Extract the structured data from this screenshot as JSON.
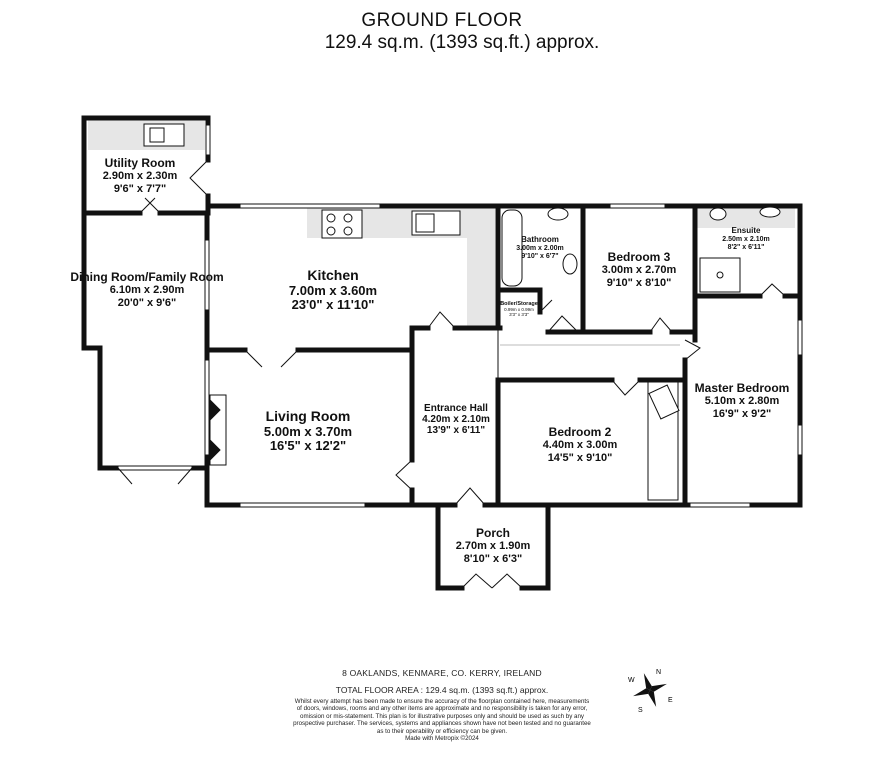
{
  "header": {
    "floor": "GROUND FLOOR",
    "area": "129.4 sq.m. (1393 sq.ft.) approx."
  },
  "rooms": {
    "utility": {
      "name": "Utility Room",
      "metric": "2.90m  x 2.30m",
      "imperial": "9'6\"  x 7'7\""
    },
    "dining": {
      "name": "Dining Room/Family Room",
      "metric": "6.10m  x 2.90m",
      "imperial": "20'0\"  x 9'6\""
    },
    "kitchen": {
      "name": "Kitchen",
      "metric": "7.00m  x 3.60m",
      "imperial": "23'0\"  x 11'10\""
    },
    "living": {
      "name": "Living Room",
      "metric": "5.00m  x 3.70m",
      "imperial": "16'5\"  x 12'2\""
    },
    "hall": {
      "name": "Entrance Hall",
      "metric": "4.20m  x 2.10m",
      "imperial": "13'9\"  x 6'11\""
    },
    "bathroom": {
      "name": "Bathroom",
      "metric": "3.00m  x 2.00m",
      "imperial": "9'10\"  x 6'7\""
    },
    "boiler": {
      "name": "Boiler/Storage",
      "metric": "0.99m  x 0.99m",
      "imperial": "3'3\"  x 3'3\""
    },
    "bedroom3": {
      "name": "Bedroom 3",
      "metric": "3.00m  x 2.70m",
      "imperial": "9'10\"  x 8'10\""
    },
    "ensuite": {
      "name": "Ensuite",
      "metric": "2.50m  x 2.10m",
      "imperial": "8'2\"  x 6'11\""
    },
    "bedroom2": {
      "name": "Bedroom 2",
      "metric": "4.40m  x 3.00m",
      "imperial": "14'5\"  x 9'10\""
    },
    "master": {
      "name": "Master Bedroom",
      "metric": "5.10m  x 2.80m",
      "imperial": "16'9\"  x 9'2\""
    },
    "porch": {
      "name": "Porch",
      "metric": "2.70m  x 1.90m",
      "imperial": "8'10\"  x 6'3\""
    }
  },
  "footer": {
    "address": "8 OAKLANDS, KENMARE, CO. KERRY, IRELAND",
    "total": "TOTAL FLOOR AREA : 129.4 sq.m. (1393 sq.ft.) approx.",
    "disclaimer_1": "Whilst every attempt has been made to ensure the accuracy of the floorplan contained here, measurements",
    "disclaimer_2": "of doors, windows, rooms and any other items are approximate and no responsibility is taken for any error,",
    "disclaimer_3": "omission or mis-statement. This plan is for illustrative purposes only and should be used as such by any",
    "disclaimer_4": "prospective purchaser. The services, systems and appliances shown have not been tested and no guarantee",
    "disclaimer_5": "as to their operability or efficiency can be given.",
    "credit": "Made with Metropix ©2024"
  },
  "compass": {
    "n": "N",
    "e": "E",
    "s": "S",
    "w": "W"
  },
  "colors": {
    "wall": "#111111",
    "worktop": "#e6e6e6",
    "background": "#ffffff"
  }
}
